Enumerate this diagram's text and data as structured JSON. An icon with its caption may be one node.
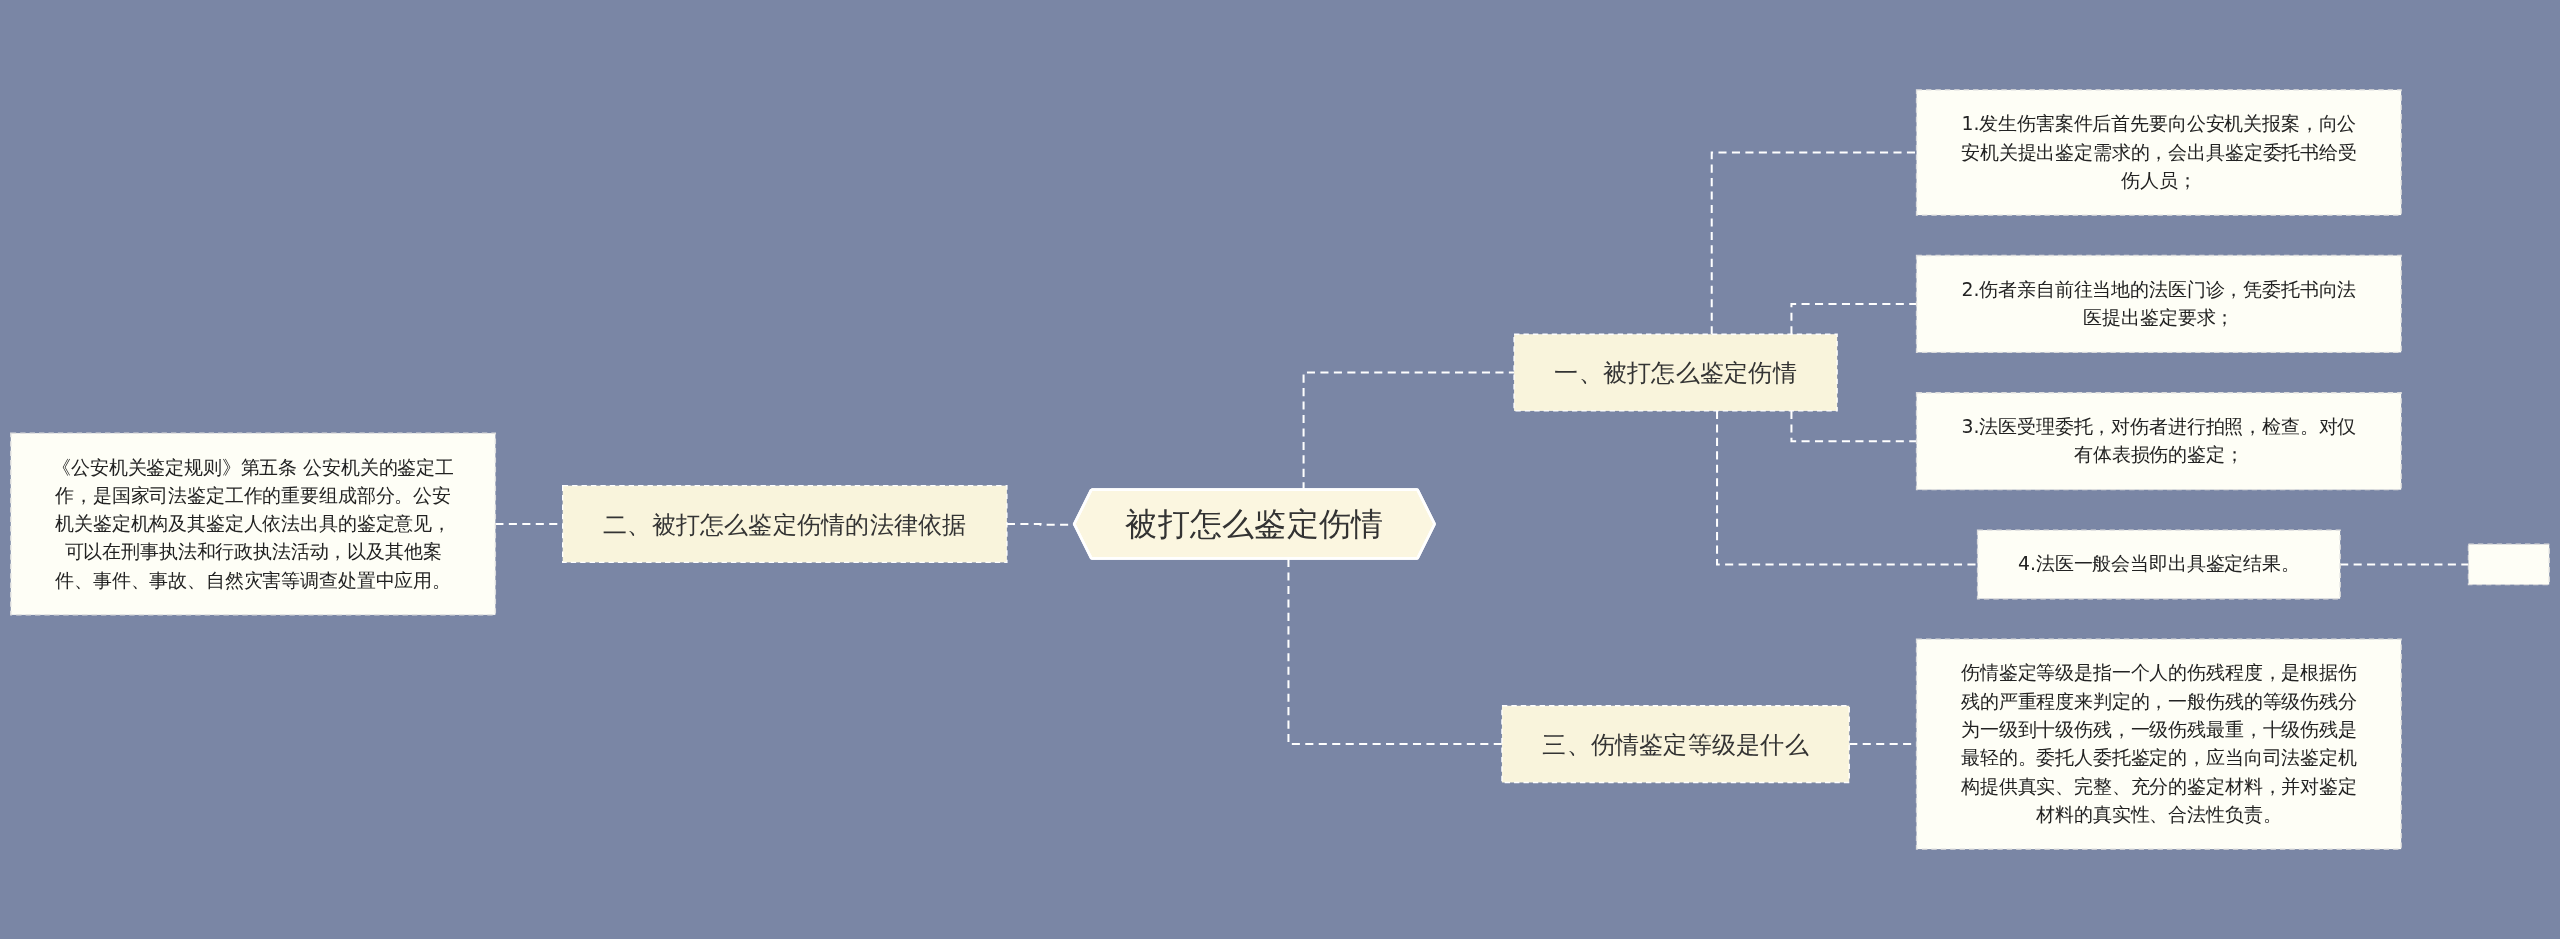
{
  "diagram": {
    "nodes": [
      {
        "text": [
          "被打怎么鉴定伤情"
        ]
      },
      {
        "text": [
          "一、被打怎么鉴定伤情"
        ]
      },
      {
        "text": [
          "1.发生伤害案件后首先要向公安机关报案，向公安机关提出鉴定需求的，会出具鉴定委托书给受伤人员；"
        ]
      },
      {
        "text": [
          "2.伤者亲自前往当地的法医门诊，凭委托书向法医提出鉴定要求；"
        ]
      },
      {
        "text": [
          "3.法医受理委托，对伤者进行拍照，检查。对仅有体表损伤的鉴定；"
        ]
      },
      {
        "text": [
          "4.法医一般会当即出具鉴定结果。"
        ]
      },
      {
        "text": [],
        "shape": "box"
      },
      {
        "text": [
          "二、被打怎么鉴定伤情的法律依据"
        ]
      },
      {
        "text": [
          "《公安机关鉴定规则》第五条 公安机关的鉴定工作，是国家司法鉴定工作的重要组成部分。公安机关鉴定机构及其鉴定人依法出具的鉴定意见，可以在刑事执法和行政执法活动，以及其他案件、事件、事故、自然灾害等调查处置中应用。"
        ]
      },
      {
        "text": [
          "三、伤情鉴定等级是什么"
        ]
      },
      {
        "text": [
          "伤情鉴定等级是指一个人的伤残程度，是根据伤残的严重程度来判定的，一般伤残的等级伤残分为一级到十级伤残，一级伤残最重，十级伤残是最轻的。委托人委托鉴定的，应当向司法鉴定机构提供真实、完整、充分的鉴定材料，并对鉴定材料的真实性、合法性负责。"
        ]
      }
    ],
    "edges": [
      {
        "from": 0,
        "to": 1,
        "arrow": "none",
        "style": "dashed"
      },
      {
        "from": 1,
        "to": 2,
        "arrow": "none",
        "style": "dashed"
      },
      {
        "from": 1,
        "to": 3,
        "arrow": "none",
        "style": "dashed"
      },
      {
        "from": 1,
        "to": 4,
        "arrow": "none",
        "style": "dashed"
      },
      {
        "from": 1,
        "to": 5,
        "arrow": "none",
        "style": "dashed"
      },
      {
        "from": 5,
        "to": 6,
        "arrow": "none",
        "style": "dashed"
      },
      {
        "from": 0,
        "to": 7,
        "arrow": "none",
        "style": "dashed"
      },
      {
        "from": 7,
        "to": 8,
        "arrow": "none",
        "style": "dashed"
      },
      {
        "from": 0,
        "to": 9,
        "arrow": "none",
        "style": "dashed"
      },
      {
        "from": 9,
        "to": 10,
        "arrow": "none",
        "style": "dashed"
      }
    ]
  }
}
